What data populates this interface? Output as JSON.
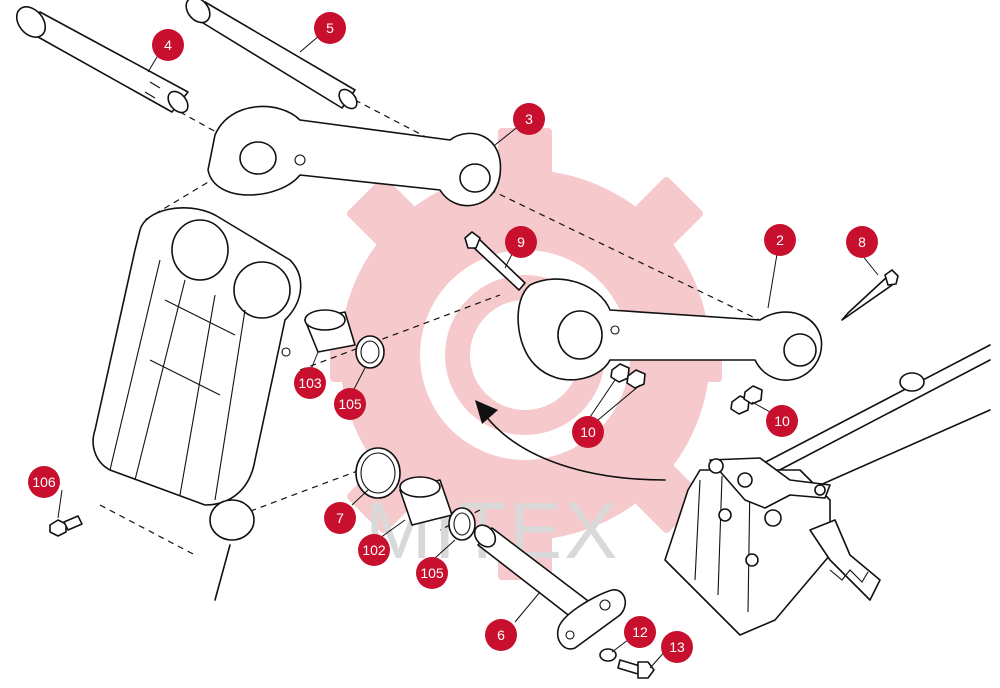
{
  "watermark": {
    "text": "MITEX",
    "gear_color": "#f6c9cc",
    "text_color": "#d9d9d9"
  },
  "callout_color": "#c8102e",
  "callouts": [
    {
      "id": "c4",
      "label": "4"
    },
    {
      "id": "c5",
      "label": "5"
    },
    {
      "id": "c3",
      "label": "3"
    },
    {
      "id": "c9",
      "label": "9"
    },
    {
      "id": "c2",
      "label": "2"
    },
    {
      "id": "c8",
      "label": "8"
    },
    {
      "id": "c103",
      "label": "103"
    },
    {
      "id": "c105a",
      "label": "105"
    },
    {
      "id": "c10a",
      "label": "10"
    },
    {
      "id": "c10b",
      "label": "10"
    },
    {
      "id": "c106",
      "label": "106"
    },
    {
      "id": "c7",
      "label": "7"
    },
    {
      "id": "c102",
      "label": "102"
    },
    {
      "id": "c105b",
      "label": "105"
    },
    {
      "id": "c6",
      "label": "6"
    },
    {
      "id": "c12",
      "label": "12"
    },
    {
      "id": "c13",
      "label": "13"
    }
  ]
}
